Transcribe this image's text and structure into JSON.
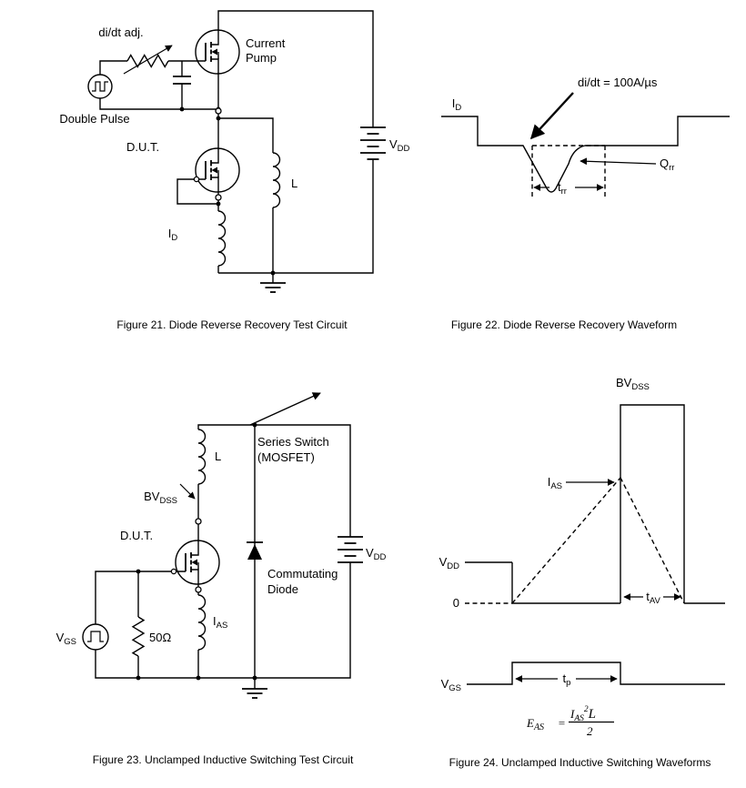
{
  "figures": {
    "fig21": {
      "caption": "Figure 21. Diode Reverse Recovery Test Circuit",
      "didt_adj": "di/dt adj.",
      "double_pulse": "Double Pulse",
      "current_pump_line1": "Current",
      "current_pump_line2": "Pump",
      "dut": "D.U.T.",
      "inductor": "L",
      "id": {
        "t": "I",
        "s": "D"
      },
      "vdd": {
        "t": "V",
        "s": "DD"
      }
    },
    "fig22": {
      "caption": "Figure 22. Diode Reverse Recovery Waveform",
      "id": {
        "t": "I",
        "s": "D"
      },
      "didt": "di/dt = 100A/µs",
      "qrr": {
        "t": "Q",
        "s": "rr"
      },
      "trr": {
        "t": "t",
        "s": "rr"
      }
    },
    "fig23": {
      "caption": "Figure 23. Unclamped Inductive Switching Test Circuit",
      "inductor": "L",
      "series_switch_line1": "Series Switch",
      "series_switch_line2": "(MOSFET)",
      "bvdss": {
        "t": "BV",
        "s": "DSS"
      },
      "dut": "D.U.T.",
      "commutating_line1": "Commutating",
      "commutating_line2": "Diode",
      "vdd": {
        "t": "V",
        "s": "DD"
      },
      "vgs": {
        "t": "V",
        "s": "GS"
      },
      "resistor": "50Ω",
      "ias": {
        "t": "I",
        "s": "AS"
      }
    },
    "fig24": {
      "caption": "Figure 24. Unclamped Inductive Switching Waveforms",
      "bvdss": {
        "t": "BV",
        "s": "DSS"
      },
      "ias": {
        "t": "I",
        "s": "AS"
      },
      "vdd": {
        "t": "V",
        "s": "DD"
      },
      "zero": "0",
      "tav": {
        "t": "t",
        "s": "AV"
      },
      "vgs": {
        "t": "V",
        "s": "GS"
      },
      "tp": {
        "t": "t",
        "s": "p"
      },
      "equation": {
        "lhs": "E",
        "lhs_sub": "AS",
        "equals": "=",
        "num_base": "I",
        "num_sub": "AS",
        "num_sup": "2",
        "num_factor": "L",
        "den": "2"
      }
    }
  }
}
